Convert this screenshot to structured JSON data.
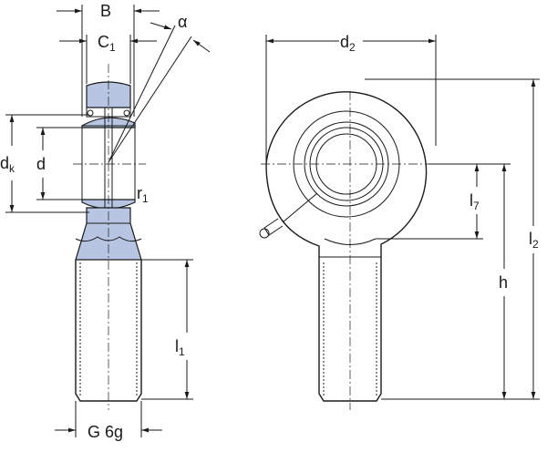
{
  "labels": {
    "B": "B",
    "C1": "C",
    "C1_sub": "1",
    "alpha": "α",
    "dk": "d",
    "dk_sub": "k",
    "d": "d",
    "r1": "r",
    "r1_sub": "1",
    "l1": "l",
    "l1_sub": "1",
    "thread": "G 6g",
    "d2": "d",
    "d2_sub": "2",
    "l7": "l",
    "l7_sub": "7",
    "h": "h",
    "l2": "l",
    "l2_sub": "2"
  },
  "colors": {
    "fill": "#b7c5e3",
    "line": "#1a1a1a"
  }
}
